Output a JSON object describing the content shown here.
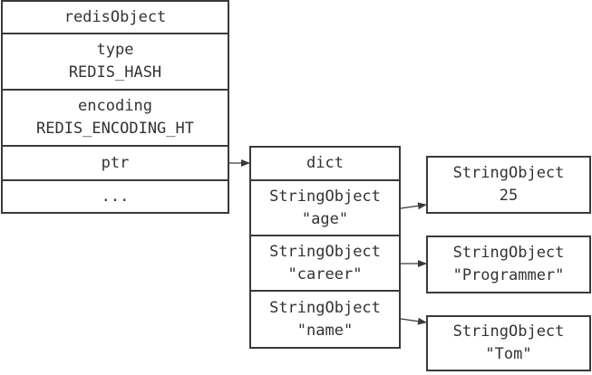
{
  "redis_object": {
    "header": "redisObject",
    "type_field": {
      "name": "type",
      "value": "REDIS_HASH"
    },
    "encoding_field": {
      "name": "encoding",
      "value": "REDIS_ENCODING_HT"
    },
    "ptr_field": "ptr",
    "ellipsis": "..."
  },
  "dict": {
    "header": "dict",
    "entries": [
      {
        "key_line1": "StringObject",
        "key_line2": "\"age\"",
        "value_line1": "StringObject",
        "value_line2": "25"
      },
      {
        "key_line1": "StringObject",
        "key_line2": "\"career\"",
        "value_line1": "StringObject",
        "value_line2": "\"Programmer\""
      },
      {
        "key_line1": "StringObject",
        "key_line2": "\"name\"",
        "value_line1": "StringObject",
        "value_line2": "\"Tom\""
      }
    ]
  }
}
